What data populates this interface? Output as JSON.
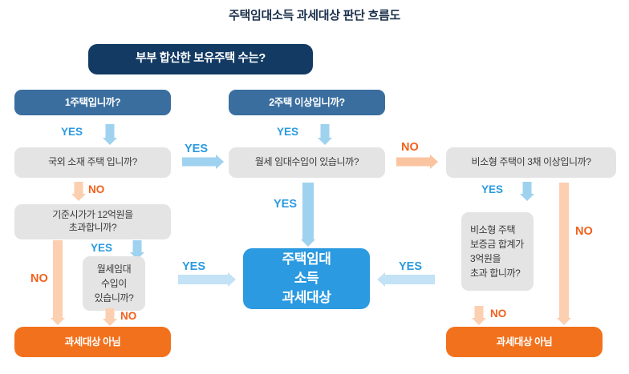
{
  "title": "주택임대소득 과세대상 판단 흐름도",
  "colors": {
    "root_box": "#123a63",
    "question_blue": "#3a6e9f",
    "question_gray": "#e4e4e4",
    "result_taxable": "#2b9ae0",
    "result_not_taxable": "#f2711c",
    "yes_label": "#2b9ae0",
    "no_label": "#f2601c",
    "arrow_blue": "#9fd2ef",
    "arrow_orange": "#fbcfb0"
  },
  "nodes": {
    "root": "부부 합산한 보유주택 수는?",
    "left_q1": "1주택입니까?",
    "left_q2": "국외 소재 주택 입니까?",
    "left_q3": "기준시가가 12억원을\n초과합니까?",
    "left_q4": "월세임대\n수입이\n있습니까?",
    "left_result": "과세대상 아님",
    "center_q1": "2주택 이상입니까?",
    "center_q2": "월세 임대수입이 있습니까?",
    "center_result": "주택임대\n소득\n과세대상",
    "right_q1": "비소형 주택이 3채 이상입니까?",
    "right_q2": "비소형 주택\n보증금 합계가\n3억원을\n초과 합니까?",
    "right_result": "과세대상 아님"
  },
  "edges": {
    "left_q1_to_q2": "YES",
    "left_q2_to_q3": "NO",
    "left_q3_to_q4": "YES",
    "left_q3_to_result": "NO",
    "left_q4_to_result": "NO",
    "left_q2_to_center": "YES",
    "left_q4_to_center": "YES",
    "center_q1_to_q2": "YES",
    "center_q2_to_result": "YES",
    "center_q2_to_right": "NO",
    "right_q1_to_q2": "YES",
    "right_q1_to_result": "NO",
    "right_q2_to_result": "NO",
    "right_q2_to_center": "YES"
  }
}
